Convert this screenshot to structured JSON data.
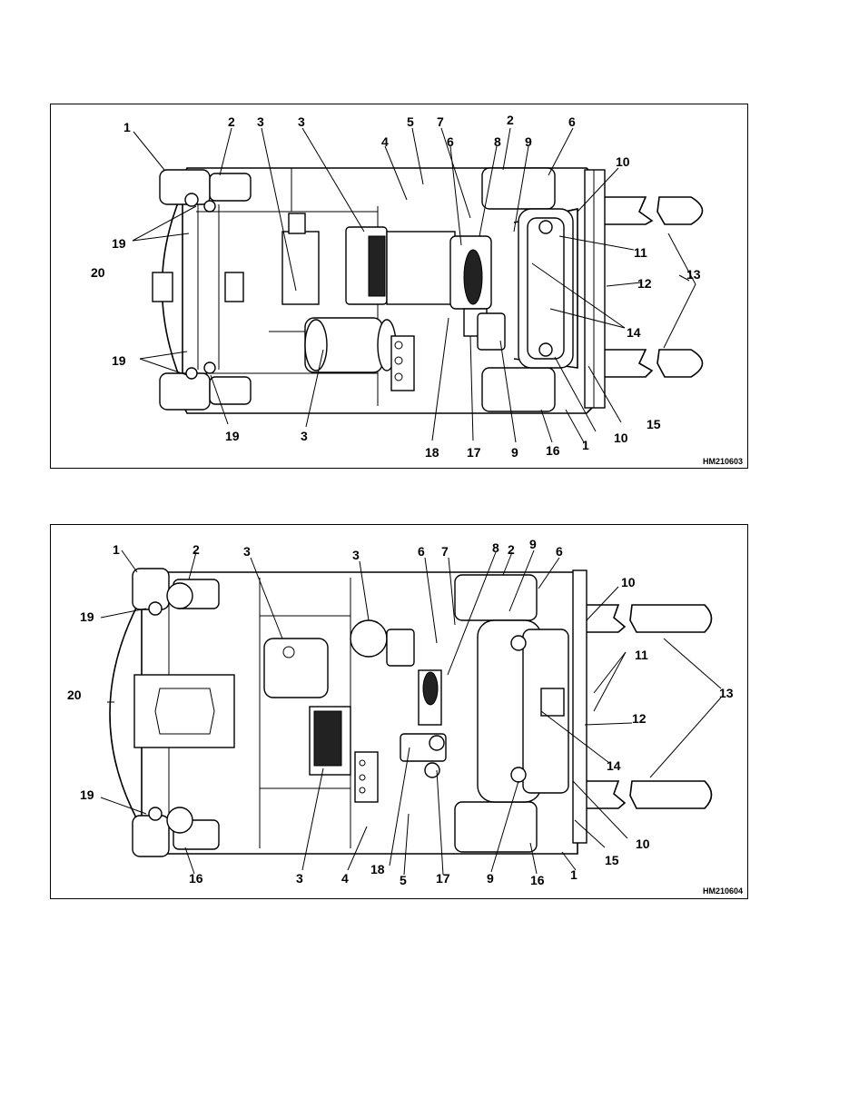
{
  "figures": [
    {
      "id_label": "HM210603",
      "callouts": [
        {
          "key": "c1",
          "text": "1"
        },
        {
          "key": "c2a",
          "text": "2"
        },
        {
          "key": "c3a",
          "text": "3"
        },
        {
          "key": "c3b",
          "text": "3"
        },
        {
          "key": "c4",
          "text": "4"
        },
        {
          "key": "c5",
          "text": "5"
        },
        {
          "key": "c7",
          "text": "7"
        },
        {
          "key": "c8",
          "text": "8"
        },
        {
          "key": "c2b",
          "text": "2"
        },
        {
          "key": "c9a",
          "text": "9"
        },
        {
          "key": "c6a",
          "text": "6"
        },
        {
          "key": "c6b",
          "text": "6"
        },
        {
          "key": "c10a",
          "text": "10"
        },
        {
          "key": "c19a",
          "text": "19"
        },
        {
          "key": "c11",
          "text": "11"
        },
        {
          "key": "c13",
          "text": "13"
        },
        {
          "key": "c20",
          "text": "20"
        },
        {
          "key": "c12",
          "text": "12"
        },
        {
          "key": "c14",
          "text": "14"
        },
        {
          "key": "c19b",
          "text": "19"
        },
        {
          "key": "c15",
          "text": "15"
        },
        {
          "key": "c19c",
          "text": "19"
        },
        {
          "key": "c3c",
          "text": "3"
        },
        {
          "key": "c10b",
          "text": "10"
        },
        {
          "key": "c18",
          "text": "18"
        },
        {
          "key": "c17",
          "text": "17"
        },
        {
          "key": "c9b",
          "text": "9"
        },
        {
          "key": "c16",
          "text": "16"
        },
        {
          "key": "c1b",
          "text": "1"
        }
      ]
    },
    {
      "id_label": "HM210604",
      "callouts": [
        {
          "key": "c1",
          "text": "1"
        },
        {
          "key": "c2a",
          "text": "2"
        },
        {
          "key": "c3a",
          "text": "3"
        },
        {
          "key": "c3b",
          "text": "3"
        },
        {
          "key": "c6a",
          "text": "6"
        },
        {
          "key": "c7",
          "text": "7"
        },
        {
          "key": "c8",
          "text": "8"
        },
        {
          "key": "c2b",
          "text": "2"
        },
        {
          "key": "c9a",
          "text": "9"
        },
        {
          "key": "c6b",
          "text": "6"
        },
        {
          "key": "c10a",
          "text": "10"
        },
        {
          "key": "c19a",
          "text": "19"
        },
        {
          "key": "c11",
          "text": "11"
        },
        {
          "key": "c20",
          "text": "20"
        },
        {
          "key": "c13",
          "text": "13"
        },
        {
          "key": "c12",
          "text": "12"
        },
        {
          "key": "c14",
          "text": "14"
        },
        {
          "key": "c19b",
          "text": "19"
        },
        {
          "key": "c10b",
          "text": "10"
        },
        {
          "key": "c15",
          "text": "15"
        },
        {
          "key": "c16a",
          "text": "16"
        },
        {
          "key": "c3c",
          "text": "3"
        },
        {
          "key": "c4",
          "text": "4"
        },
        {
          "key": "c18",
          "text": "18"
        },
        {
          "key": "c5",
          "text": "5"
        },
        {
          "key": "c17",
          "text": "17"
        },
        {
          "key": "c9b",
          "text": "9"
        },
        {
          "key": "c16b",
          "text": "16"
        },
        {
          "key": "c1b",
          "text": "1"
        }
      ]
    }
  ]
}
